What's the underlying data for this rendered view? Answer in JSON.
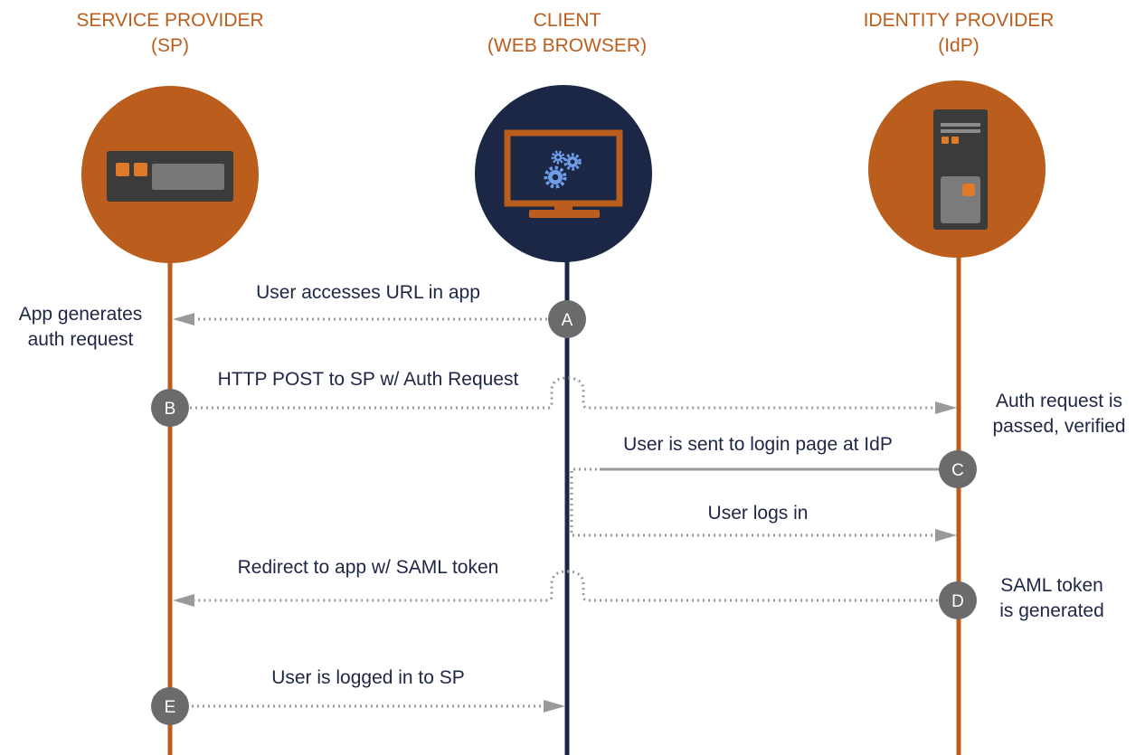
{
  "colors": {
    "orange": "#bb5d1c",
    "navy": "#1b2745",
    "arrow_gray": "#9a9a9a",
    "step_circle": "#6b6b6b",
    "label_text": "#1d2745"
  },
  "actors": {
    "sp": {
      "title_line1": "SERVICE PROVIDER",
      "title_line2": "(SP)",
      "icon": "server-rack-icon"
    },
    "client": {
      "title_line1": "CLIENT",
      "title_line2": "(WEB BROWSER)",
      "icon": "monitor-gears-icon"
    },
    "idp": {
      "title_line1": "IDENTITY PROVIDER",
      "title_line2": "(IdP)",
      "icon": "server-tower-icon"
    }
  },
  "steps": {
    "a": "A",
    "b": "B",
    "c": "C",
    "d": "D",
    "e": "E"
  },
  "messages": {
    "m1": "User accesses URL in app",
    "m2": "HTTP POST to SP w/ Auth Request",
    "m3": "User is sent to login page at IdP",
    "m4": "User logs in",
    "m5": "Redirect to app w/ SAML token",
    "m6": "User is logged in to SP"
  },
  "notes": {
    "sp_line1": "App generates",
    "sp_line2": "auth request",
    "idp_auth_line1": "Auth request is",
    "idp_auth_line2": "passed, verified",
    "idp_saml_line1": "SAML token",
    "idp_saml_line2": "is generated"
  }
}
